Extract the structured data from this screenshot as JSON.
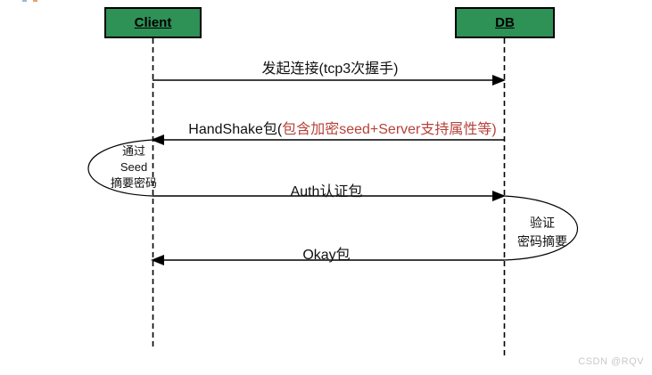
{
  "diagram": {
    "actors": [
      {
        "id": "client",
        "label": "Client"
      },
      {
        "id": "db",
        "label": "DB"
      }
    ],
    "messages": [
      {
        "from": "client",
        "to": "db",
        "label": "发起连接(tcp3次握手)"
      },
      {
        "from": "db",
        "to": "client",
        "label_black": "HandShake包(",
        "label_red": "包含加密seed+Server支持属性等)"
      },
      {
        "from": "client",
        "to": "db",
        "label": "Auth认证包"
      },
      {
        "from": "db",
        "to": "client",
        "label": "Okay包"
      }
    ],
    "self_notes": [
      {
        "actor": "client",
        "lines": [
          "通过",
          "Seed",
          "摘要密码"
        ]
      },
      {
        "actor": "db",
        "lines": [
          "验证",
          "密码摘要"
        ]
      }
    ],
    "colors": {
      "actor_fill": "#2e9156",
      "red_text": "#b6423a",
      "line": "#000000"
    }
  },
  "watermark": "CSDN @RQV"
}
